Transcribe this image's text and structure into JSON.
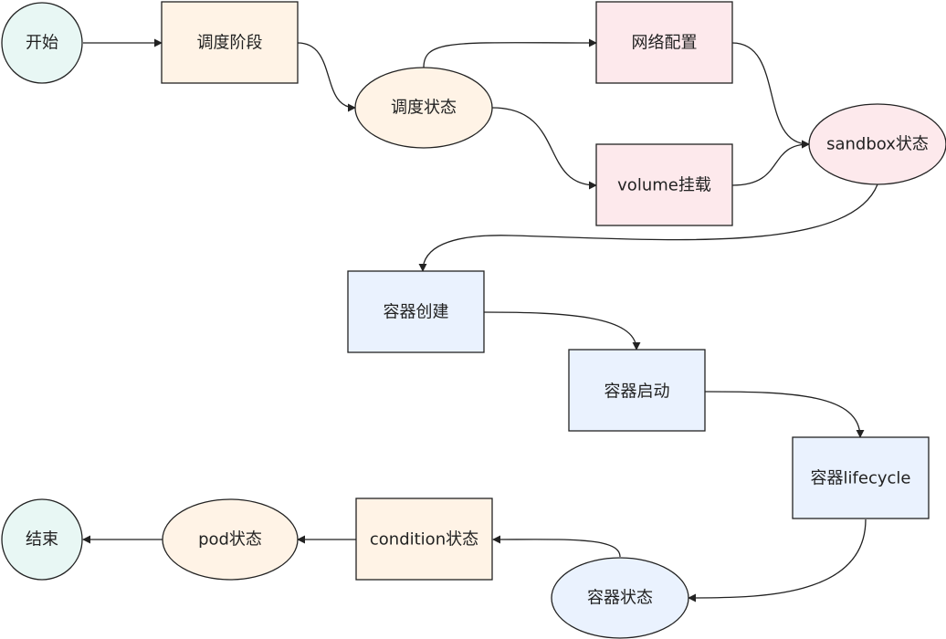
{
  "colors": {
    "start_end_fill": "#e8f7f4",
    "orange_fill": "#fff3e6",
    "pink_fill": "#fde9ec",
    "blue_fill": "#eaf2fe",
    "stroke": "#222222"
  },
  "nodes": {
    "start": "开始",
    "schedule_phase": "调度阶段",
    "schedule_status": "调度状态",
    "network_config": "网络配置",
    "volume_mount": "volume挂载",
    "sandbox_status": "sandbox状态",
    "container_create": "容器创建",
    "container_start": "容器启动",
    "container_lifecycle": "容器lifecycle",
    "container_status": "容器状态",
    "condition_status": "condition状态",
    "pod_status": "pod状态",
    "end": "结束"
  }
}
